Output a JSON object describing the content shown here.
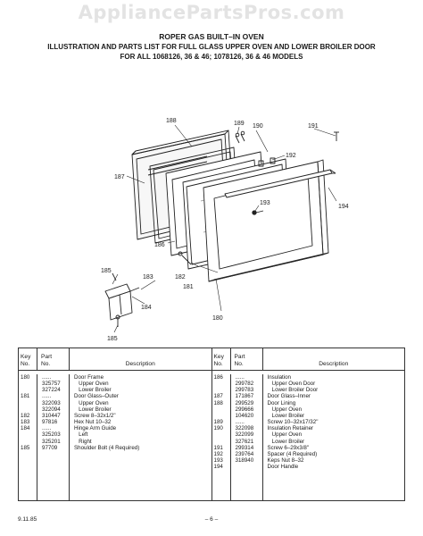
{
  "watermark": "AppliancePartsPros.com",
  "header": {
    "line1": "ROPER GAS BUILT–IN OVEN",
    "line2": "ILLUSTRATION AND PARTS LIST FOR FULL GLASS UPPER OVEN AND LOWER BROILER DOOR",
    "line3": "FOR ALL 1068126, 36 & 46; 1078126, 36 & 46 MODELS"
  },
  "callouts": {
    "c180": "180",
    "c181": "181",
    "c182": "182",
    "c183": "183",
    "c184": "184",
    "c185a": "185",
    "c185b": "185",
    "c186": "186",
    "c187": "187",
    "c188": "188",
    "c189": "189",
    "c190": "190",
    "c191": "191",
    "c192": "192",
    "c193": "193",
    "c194": "194"
  },
  "table": {
    "headers": {
      "key": "Key\nNo.",
      "part": "Part\nNo.",
      "description": "Description"
    },
    "left": {
      "keys": "180\n\n\n181\n\n\n182\n183\n184\n\n\n185",
      "parts": "......\n325757\n327224\n......\n322093\n322094\n310447\n97816\n......\n325203\n325201\n97709",
      "descs": "Door Frame\n   Upper Oven\n   Lower Broiler\nDoor Glass–Outer\n   Upper Oven\n   Lower Broiler\nScrew 8–32x1/2\"\nHex Nut 10–32\nHinge Arm Guide\n   Left\n   Right\nShoulder Bolt (4 Required)"
    },
    "right": {
      "keys": "186\n\n\n187\n188\n\n\n189\n190\n\n\n191\n192\n193\n194",
      "parts": "......\n299782\n299783\n171867\n299529\n299666\n104620\n......\n322098\n322099\n327621\n299314\n239764\n318940",
      "descs": "Insulation\n   Upper Oven Door\n   Lower Broiler Door\nDoor Glass–Inner\nDoor Lining\n   Upper Oven\n   Lower Broiler\nScrew 10–32x17/32\"\nInsulation Retainer\n   Upper Oven\n   Lower Broiler\nScrew 6–29x3/8\"\nSpacer (4 Required)\nKeps Nut 8–32\nDoor Handle"
    }
  },
  "footer": {
    "date": "9.11.85",
    "page": "– 6 –"
  }
}
